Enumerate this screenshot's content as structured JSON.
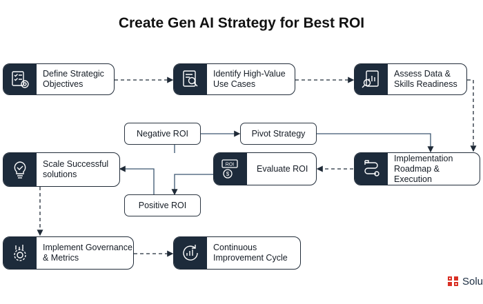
{
  "title": "Create Gen AI Strategy for Best ROI",
  "nodes": {
    "define": "Define Strategic Objectives",
    "identify": "Identify High-Value Use Cases",
    "assess": "Assess Data & Skills Readiness",
    "implementation": "Implementation Roadmap & Execution",
    "evaluate": "Evaluate ROI",
    "scale": "Scale Successful solutions",
    "governance": "Implement Governance & Metrics",
    "continuous": "Continuous Improvement Cycle"
  },
  "pills": {
    "negative": "Negative ROI",
    "pivot": "Pivot Strategy",
    "positive": "Positive ROI"
  },
  "icons": {
    "define": "checklist-target-icon",
    "identify": "document-magnifier-icon",
    "assess": "report-magnifier-icon",
    "implementation": "roadmap-path-icon",
    "evaluate": "roi-coin-icon",
    "scale": "lightbulb-check-icon",
    "governance": "gear-chart-icon",
    "continuous": "cycle-chart-icon"
  },
  "logo_text": "Solu",
  "colors": {
    "node_icon_bg": "#1d2b3b",
    "logo_red": "#d93025",
    "line": "#1f2a37"
  }
}
